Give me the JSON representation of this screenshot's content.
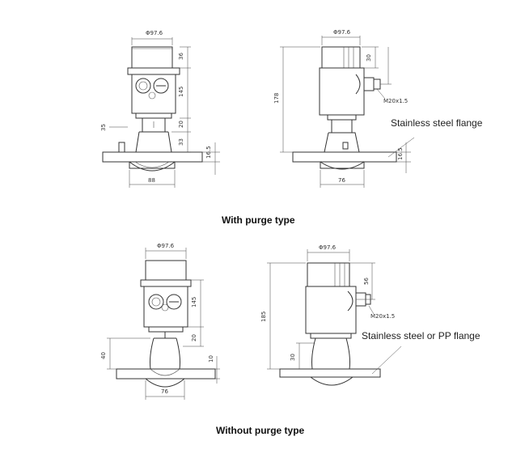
{
  "captions": {
    "with_purge": "With purge type",
    "without_purge": "Without purge type"
  },
  "labels": {
    "flange_top": "Stainless steel flange",
    "flange_bottom": "Stainless steel or PP flange"
  },
  "dims": {
    "top_front": {
      "width": "Φ97.6",
      "cap": "36",
      "body": "145",
      "neck": "20",
      "purge": "33",
      "flange": "16.5",
      "flange_width": "88",
      "side_mark": "35"
    },
    "top_side": {
      "width": "Φ97.6",
      "cap": "30",
      "height": "178",
      "thread": "M20x1.5",
      "flange": "16.5",
      "flange_width": "76"
    },
    "bottom_front": {
      "width": "Φ97.6",
      "body": "145",
      "neck": "20",
      "neck_total": "40",
      "flange": "10",
      "flange_width": "76"
    },
    "bottom_side": {
      "width": "Φ97.6",
      "cap": "56",
      "height": "185",
      "thread": "M20x1.5",
      "neck": "30"
    }
  }
}
